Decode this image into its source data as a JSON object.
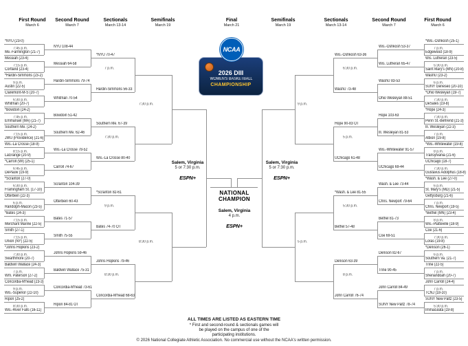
{
  "colors": {
    "ncaa_blue": "#005eb8",
    "badge_navy": "#0c2340",
    "badge_gold": "#ffc62f",
    "line_gray": "#8f8f8f",
    "text": "#1a1a1a"
  },
  "headers": [
    {
      "round": "First Round",
      "date": "March 6"
    },
    {
      "round": "Second Round",
      "date": "March 7"
    },
    {
      "round": "Sectionals",
      "date": "March 13-14"
    },
    {
      "round": "Semifinals",
      "date": "March 19"
    },
    {
      "round": "Final",
      "date": "March 21"
    },
    {
      "round": "Semifinals",
      "date": "March 19"
    },
    {
      "round": "Sectionals",
      "date": "March 13-14"
    },
    {
      "round": "Second Round",
      "date": "March 7"
    },
    {
      "round": "First Round",
      "date": "March 6"
    }
  ],
  "badge": {
    "org": "NCAA",
    "line1": "2026 DIII",
    "line2": "WOMEN'S BASKETBALL",
    "line3": "CHAMPIONSHIP"
  },
  "semifinal": {
    "site": "Salem, Virginia",
    "time": "5 or 7:30 p.m.",
    "network": "ESPN+"
  },
  "final": {
    "champion_label_1": "NATIONAL",
    "champion_label_2": "CHAMPION",
    "site": "Salem, Virginia",
    "time": "4 p.m.",
    "network": "ESPN+"
  },
  "footer": {
    "times_note": "ALL TIMES ARE LISTED AS EASTERN TIME",
    "host_note_lines": [
      "* First and second-round & sectionals games will",
      "be played on the campus of one of the",
      "participating institutions."
    ],
    "copyright": "© 2026 National Collegiate Athletic Association.   No commercial use without the NCAA's written permission."
  },
  "bracket": {
    "left": {
      "first_round": [
        {
          "top": "*NYU (23-0)",
          "time": "7:45 p.m.",
          "bottom": "Me.-Farmington (21-7)"
        },
        {
          "top": "Messiah (23-4)",
          "time": "7:15 p.m.",
          "bottom": "Cortland (23-4)"
        },
        {
          "top": "*Hardin-Simmons (23-2)",
          "time": "9 p.m.",
          "bottom": "Austin (22-5)"
        },
        {
          "top": "Claremont-M-S (20-7)",
          "time": "6:30 p.m.",
          "bottom": "Whitman (20-7)"
        },
        {
          "top": "*Bowdoin (24-2)",
          "time": "7:45 p.m.",
          "bottom": "Emmanuel (MA) (21-7)"
        },
        {
          "top": "Southern Me. (24-2)",
          "time": "7:15 p.m.",
          "bottom": "JWU (Providence) (21-6)"
        },
        {
          "top": "Wis.-La Crosse (18-9)",
          "time": "8:15 p.m.",
          "bottom": "LaGrange (20-9)"
        },
        {
          "top": "*Carroll (WI) (25-1)",
          "time": "6:45 p.m.",
          "bottom": "DePauw (19-9)"
        },
        {
          "top": "*Scranton (27-0)",
          "time": "6:30 p.m.",
          "bottom": "Framingham St. (17-10)"
        },
        {
          "top": "Otterbein (22-3)",
          "time": "6 p.m.",
          "bottom": "Randolph-Macon (23-5)"
        },
        {
          "top": "*Bates (24-3)",
          "time": "7:15 p.m.",
          "bottom": "Merchant Marine (22-5)"
        },
        {
          "top": "Smith (27-1)",
          "time": "7:15 p.m.",
          "bottom": "Union (NY) (22-5)"
        },
        {
          "top": "*Johns Hopkins (23-2)",
          "time": "7:30 p.m.",
          "bottom": "Swarthmore (20-7)"
        },
        {
          "top": "Baldwin Wallace (24-3)",
          "time": "7 p.m.",
          "bottom": "Wm. Paterson (27-2)"
        },
        {
          "top": "Concordia-M'head (23-3)",
          "time": "9 p.m.",
          "bottom": "Wis.-Superior (22-10)"
        },
        {
          "top": "Ripon (25-2)",
          "time": "8:30 p.m.",
          "bottom": "Wis.-River Falls (16-11)"
        }
      ],
      "second_round": [
        "NYU 108-44",
        "Messiah 64-58",
        "Hardin-Simmons 79-74",
        "Whitman 70-54",
        "Bowdoin 51-42",
        "Southern Me. 62-46",
        "Wis.-La Crosse 78-52",
        "Carroll 74-67",
        "Scranton 104-39",
        "Otterbein 60-43",
        "Bates 71-57",
        "Smith 75-55",
        "Johns Hopkins 59-46",
        "Baldwin Wallace 75-31",
        "Concordia-M'head 73-61",
        "Ripon 84-81 OT"
      ],
      "sectional_semis": [
        {
          "top": "*NYU 70-47",
          "time": "7 p.m.",
          "bottom": "Hardin-Simmons 56-33"
        },
        {
          "top": "Southern Me. 67-39",
          "time": "7:30 p.m.",
          "bottom": "Wis.-La Crosse 80-40"
        },
        {
          "top": "*Scranton 82-61",
          "time": "9 p.m.",
          "bottom": "Bates 74-70 OT"
        },
        {
          "top": "Johns Hopkins 79-46",
          "time": "8:30 p.m.",
          "bottom": "Concordia-M'head 68-63"
        }
      ],
      "sectional_final_times": [
        "7:30 p.m.",
        "8:30 p.m."
      ]
    },
    "right": {
      "first_round": [
        {
          "top": "*Wis.-Oshkosh (25-1)",
          "time": "7 p.m.",
          "bottom": "Edgewood (18-9)"
        },
        {
          "top": "Wis. Lutheran (23-5)",
          "time": "5:30 p.m.",
          "bottom": "Saint Mary's (MN) (20-8)"
        },
        {
          "top": "WashU (23-2)",
          "time": "6 p.m.",
          "bottom": "SUNY Geneseo (20-10)"
        },
        {
          "top": "*Ohio Wesleyan (19-7)",
          "time": "7:30 p.m.",
          "bottom": "DeSales (19-8)"
        },
        {
          "top": "*Hope (24-3)",
          "time": "7:30 p.m.",
          "bottom": "Penn St.-Behrend (21-3)"
        },
        {
          "top": "Ill. Wesleyan (22-3)",
          "time": "7 p.m.",
          "bottom": "Albion (19-8)"
        },
        {
          "top": "*Wis.-Whitewater (19-8)",
          "time": "8 p.m.",
          "bottom": "Transylvania (21-6)"
        },
        {
          "top": "UChicago (18-7)",
          "time": "7:30 p.m.",
          "bottom": "Gustavus Adolphus (18-8)"
        },
        {
          "top": "*Wash. & Lee (27-0)",
          "time": "6 p.m.",
          "bottom": "St. Mary's (MD) (21-5)"
        },
        {
          "top": "Gettysburg (21-6)",
          "time": "7 p.m.",
          "bottom": "Chris. Newport (19-5)"
        },
        {
          "top": "*Bethel (MN) (23-4)",
          "time": "8 p.m.",
          "bottom": "Wis.-Platteville (18-9)"
        },
        {
          "top": "Coe (21-6)",
          "time": "7:30 p.m.",
          "bottom": "Loras (19-8)"
        },
        {
          "top": "*Denison (26-1)",
          "time": "6 p.m.",
          "bottom": "Southern Va. (21-7)"
        },
        {
          "top": "Trine (22-5)",
          "time": "7 p.m.",
          "bottom": "Shenandoah (20-7)"
        },
        {
          "top": "John Carroll (24-4)",
          "time": "7 p.m.",
          "bottom": "TCNJ (18-10)"
        },
        {
          "top": "SUNY New Paltz (23-5)",
          "time": "5:30 p.m.",
          "bottom": "Immaculata (19-8)"
        }
      ],
      "second_round": [
        "Wis.-Oshkosh 53-37",
        "Wis. Lutheran 65-47",
        "WashU 83-53",
        "Ohio Wesleyan 88-51",
        "Hope 103-63",
        "Ill. Wesleyan 81-53",
        "Wis.-Whitewater 91-57",
        "UChicago 69-44",
        "Wash. & Lee 73-44",
        "Chris. Newport 79-64",
        "Bethel 81-73",
        "Coe 69-51",
        "Denison 82-67",
        "Trine 90-45",
        "John Carroll 84-49",
        "SUNY New Paltz 78-74"
      ],
      "sectional_semis": [
        {
          "top": "Wis.-Oshkosh 63-36",
          "time": "6:30 p.m.",
          "bottom": "WashU 73-48"
        },
        {
          "top": "Hope 90-83 OT",
          "time": "5 p.m.",
          "bottom": "UChicago 61-48"
        },
        {
          "top": "*Wash. & Lee 81-55",
          "time": "5:30 p.m.",
          "bottom": "Bethel 57-48"
        },
        {
          "top": "Denison 63-39",
          "time": "8 p.m.",
          "bottom": "John Carroll 76-74"
        }
      ],
      "sectional_final_times": [
        "9 p.m.",
        "5 p.m."
      ]
    }
  }
}
